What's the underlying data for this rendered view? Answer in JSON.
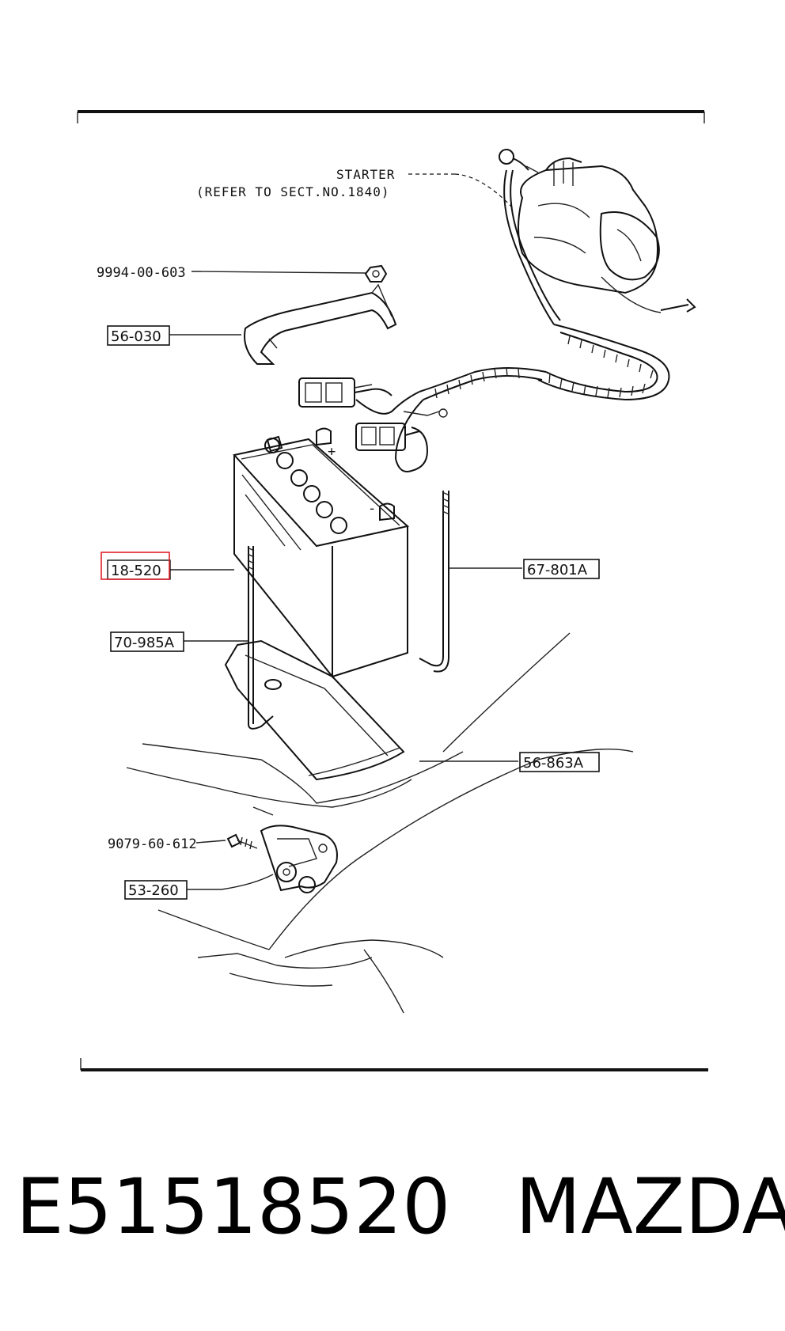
{
  "callouts": {
    "starter": "STARTER",
    "starter_ref": "(REFER TO SECT.NO.1840)",
    "nut": "9994-00-603",
    "clamp": "56-030",
    "battery": "18-520",
    "bolt": "70-985A",
    "rod": "67-801A",
    "tray": "56-863A",
    "screw": "9079-60-612",
    "bracket": "53-260"
  },
  "terminals": {
    "plus": "+",
    "minus": "-"
  },
  "caption": {
    "part_number": "E51518520",
    "brand": "MAZDA"
  },
  "highlight_color": "#e0202a"
}
